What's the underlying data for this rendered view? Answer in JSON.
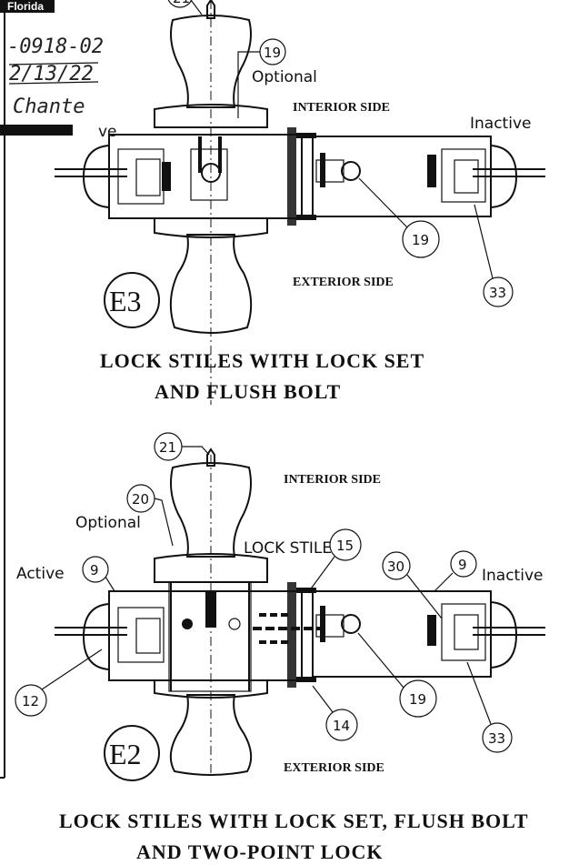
{
  "stamp": {
    "line1": "Florida",
    "line2": "-0918-02",
    "line3": "2/13/22",
    "signature": "Chante"
  },
  "e3": {
    "part_21": "21",
    "part_19_top": "19",
    "optional": "Optional",
    "interior": "INTERIOR SIDE",
    "inactive": "Inactive",
    "active_partial": "ve",
    "part_19": "19",
    "exterior": "EXTERIOR SIDE",
    "part_33": "33",
    "badge": "E3",
    "caption_line1": "LOCK STILES WITH LOCK SET",
    "caption_line2": "AND FLUSH BOLT"
  },
  "e2": {
    "part_21": "21",
    "interior": "INTERIOR SIDE",
    "part_20": "20",
    "optional": "Optional",
    "lock_stile": "LOCK STILE",
    "part_15": "15",
    "active": "Active",
    "part_9_left": "9",
    "part_30": "30",
    "part_9_right": "9",
    "inactive": "Inactive",
    "part_12": "12",
    "part_19": "19",
    "part_14": "14",
    "part_33": "33",
    "badge": "E2",
    "exterior": "EXTERIOR SIDE",
    "caption_line1": "LOCK STILES WITH LOCK SET, FLUSH BOLT",
    "caption_line2": "AND TWO-POINT LOCK"
  }
}
